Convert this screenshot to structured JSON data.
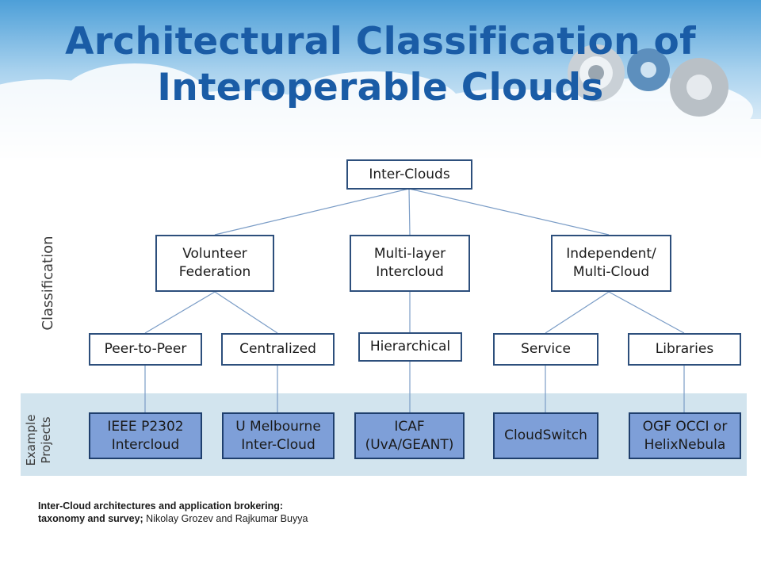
{
  "slide": {
    "title_line1": "Architectural Classification of",
    "title_line2": "Interoperable Clouds",
    "classification_label": "Classification",
    "example_label_line1": "Example",
    "example_label_line2": "Projects"
  },
  "tree": {
    "root": "Inter-Clouds",
    "level1": [
      {
        "line1": "Volunteer",
        "line2": "Federation"
      },
      {
        "line1": "Multi-layer",
        "line2": "Intercloud"
      },
      {
        "line1": "Independent/",
        "line2": "Multi-Cloud"
      }
    ],
    "level2": [
      "Peer-to-Peer",
      "Centralized",
      "Hierarchical",
      "Service",
      "Libraries"
    ],
    "projects": [
      {
        "line1": "IEEE P2302",
        "line2": "Intercloud"
      },
      {
        "line1": "U Melbourne",
        "line2": "Inter-Cloud"
      },
      {
        "line1": "ICAF",
        "line2": "(UvA/GEANT)"
      },
      {
        "line1": "CloudSwitch",
        "line2": ""
      },
      {
        "line1": "OGF OCCI or",
        "line2": "HelixNebula"
      }
    ]
  },
  "citation": {
    "bold_line1": "Inter-Cloud architectures and application brokering:",
    "bold_line2": "taxonomy and survey;",
    "authors": " Nikolay Grozev and Rajkumar Buyya"
  },
  "colors": {
    "title": "#1a5ca6",
    "sky_top": "#4d9fd8",
    "band": "#d2e4ee",
    "project_fill": "#7e9fd8",
    "connector": "#7a9cc6"
  }
}
